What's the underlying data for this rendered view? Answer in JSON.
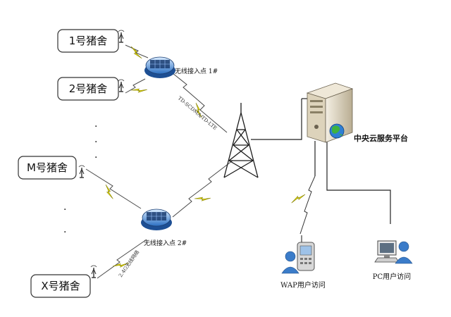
{
  "pig_houses": {
    "house_1": "1号猪舍",
    "house_2": "2号猪舍",
    "house_m": "M号猪舍",
    "house_x": "X号猪舍"
  },
  "access_points": {
    "ap_1": "无线接入点 1#",
    "ap_2": "无线接入点 2#"
  },
  "links": {
    "uplink_1": "TD-SCDMA/TD-LTE",
    "local_2": "2.4G无线网络"
  },
  "server": {
    "label": "中央云服务平台"
  },
  "clients": {
    "wap": "WAP用户访问",
    "pc": "PC用户访问"
  },
  "ellipsis": "·"
}
